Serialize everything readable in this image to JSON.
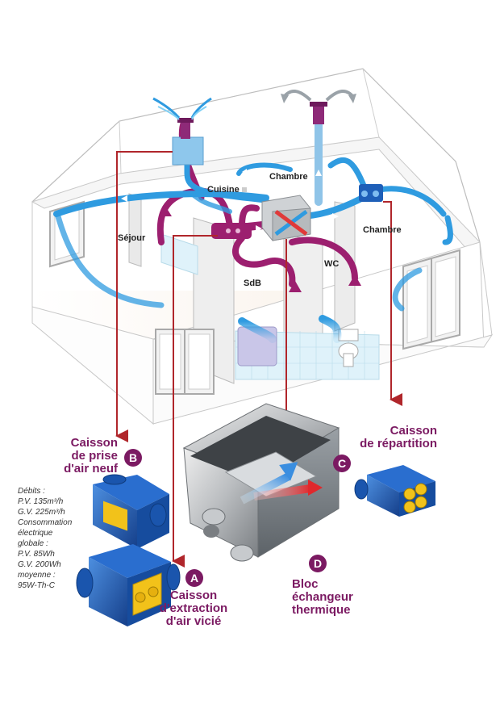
{
  "rooms": {
    "cuisine": "Cuisine",
    "chambre_1": "Chambre",
    "sejour": "Séjour",
    "chambre_2": "Chambre",
    "sdb": "SdB",
    "wc": "WC"
  },
  "components": {
    "b": {
      "letter": "B",
      "line1": "Caisson",
      "line2": "de prise",
      "line3": "d'air neuf"
    },
    "c": {
      "letter": "C",
      "line1": "Caisson",
      "line2": "de répartition"
    },
    "a": {
      "letter": "A",
      "line1": "Caisson",
      "line2": "d'extraction",
      "line3": "d'air vicié"
    },
    "d": {
      "letter": "D",
      "line1": "Bloc",
      "line2": "échangeur",
      "line3": "thermique"
    }
  },
  "specs": [
    "Débits :",
    "P.V. 135m³/h",
    "G.V. 225m³/h",
    "Consommation",
    "électrique",
    "globale :",
    "P.V. 85Wh",
    "G.V. 200Wh",
    "moyenne :",
    "95W-Th-C"
  ],
  "colors": {
    "fresh_air": "#2f9be0",
    "stale_air": "#9c1f6f",
    "pointer": "#b0262b",
    "label": "#7b1a62",
    "unit_blue": "#1e5fb8",
    "unit_yellow": "#f2c21a"
  }
}
